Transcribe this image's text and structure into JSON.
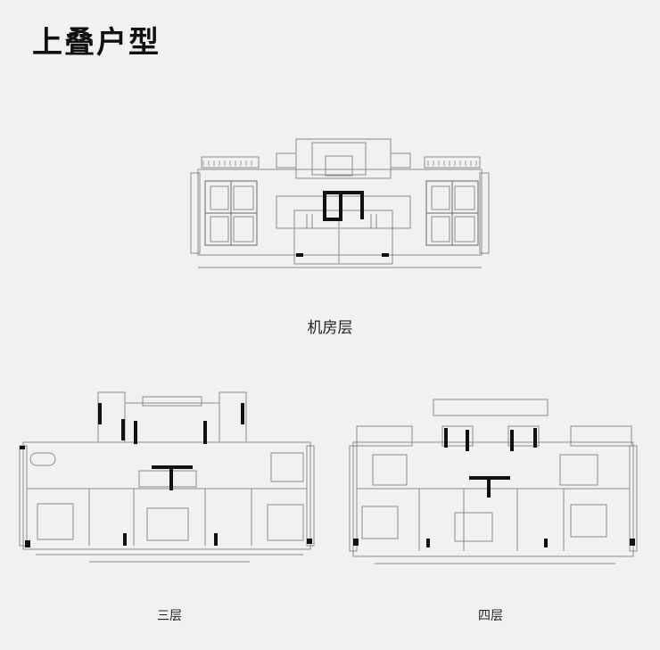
{
  "page": {
    "title": "上叠户型"
  },
  "plans": {
    "machine_room": {
      "caption": "机房层"
    },
    "third_floor": {
      "caption": "三层"
    },
    "fourth_floor": {
      "caption": "四层"
    }
  },
  "colors": {
    "background": "#f1f1ef",
    "wall": "#111111",
    "line": "#8a8a8a",
    "watermark": "#d8d8d8"
  }
}
